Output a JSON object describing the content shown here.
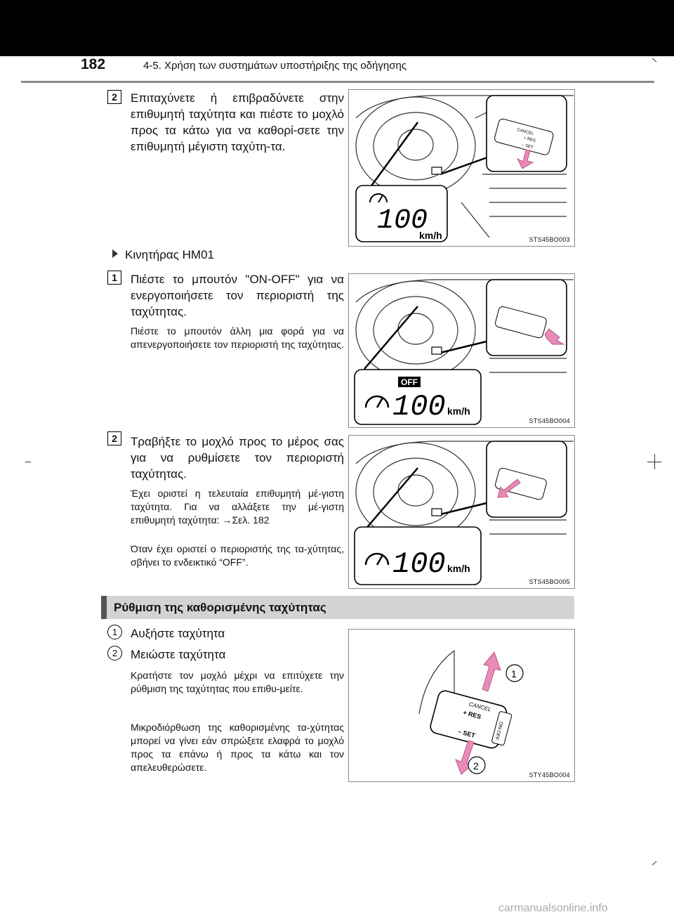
{
  "header": {
    "page_number": "182",
    "chapter": "4-5. Χρήση των συστημάτων υποστήριξης της οδήγησης"
  },
  "steps": {
    "s2a": {
      "num": "2",
      "text": "Επιταχύνετε ή επιβραδύνετε στην επιθυμητή ταχύτητα και πιέστε το μοχλό προς τα κάτω για να καθορί-σετε την επιθυμητή μέγιστη ταχύτη-τα."
    },
    "engine_bullet": "Κινητήρας HM01",
    "s1": {
      "num": "1",
      "text": "Πιέστε το μπουτόν \"ON-OFF\" για να ενεργοποιήσετε τον περιοριστή της ταχύτητας.",
      "note": "Πιέστε το μπουτόν άλλη μια φορά για να απενεργοποιήσετε τον περιοριστή της ταχύτητας."
    },
    "s2b": {
      "num": "2",
      "text": "Τραβήξτε το μοχλό προς το μέρος σας για να ρυθμίσετε τον περιοριστή ταχύτητας.",
      "note1": "Έχει οριστεί η τελευταία επιθυμητή μέ-γιστη ταχύτητα. Για να αλλάξετε την μέ-γιστη επιθυμητή ταχύτητα: →Σελ. 182",
      "note2": "Όταν έχει οριστεί ο περιοριστής της τα-χύτητας, σβήνει το ενδεικτικό “OFF”."
    }
  },
  "section": {
    "title": "Ρύθμιση της καθορισμένης ταχύτητας",
    "items": [
      {
        "num": "1",
        "text": "Αυξήστε ταχύτητα"
      },
      {
        "num": "2",
        "text": "Μειώστε ταχύτητα"
      }
    ],
    "note1": "Κρατήστε τον μοχλό μέχρι να επιτύχετε την ρύθμιση της ταχύτητας που επιθυ-μείτε.",
    "note2": "Μικροδιόρθωση της καθορισμένης τα-χύτητας μπορεί να γίνει εάν σπρώξετε ελαφρά το μοχλό προς τα επάνω ή προς τα κάτω και τον απελευθερώσετε."
  },
  "figures": {
    "f1": {
      "code": "STS45BO003",
      "speed": "100",
      "unit": "km/h"
    },
    "f2": {
      "code": "STS45BO004",
      "speed": "100",
      "unit": "km/h",
      "badge": "OFF"
    },
    "f3": {
      "code": "STS45BO005",
      "speed": "100",
      "unit": "km/h"
    },
    "f4": {
      "code": "STY45BO004",
      "callout1": "1",
      "callout2": "2"
    }
  },
  "lever_labels": {
    "cancel": "CANCEL",
    "res": "+ RES",
    "set": "– SET",
    "onoff": "ON-OFF"
  },
  "colors": {
    "arrow": "#e88bb6",
    "header_bar": "#d3d3d3",
    "topbar": "#000000"
  },
  "watermark": "carmanualsonline.info"
}
